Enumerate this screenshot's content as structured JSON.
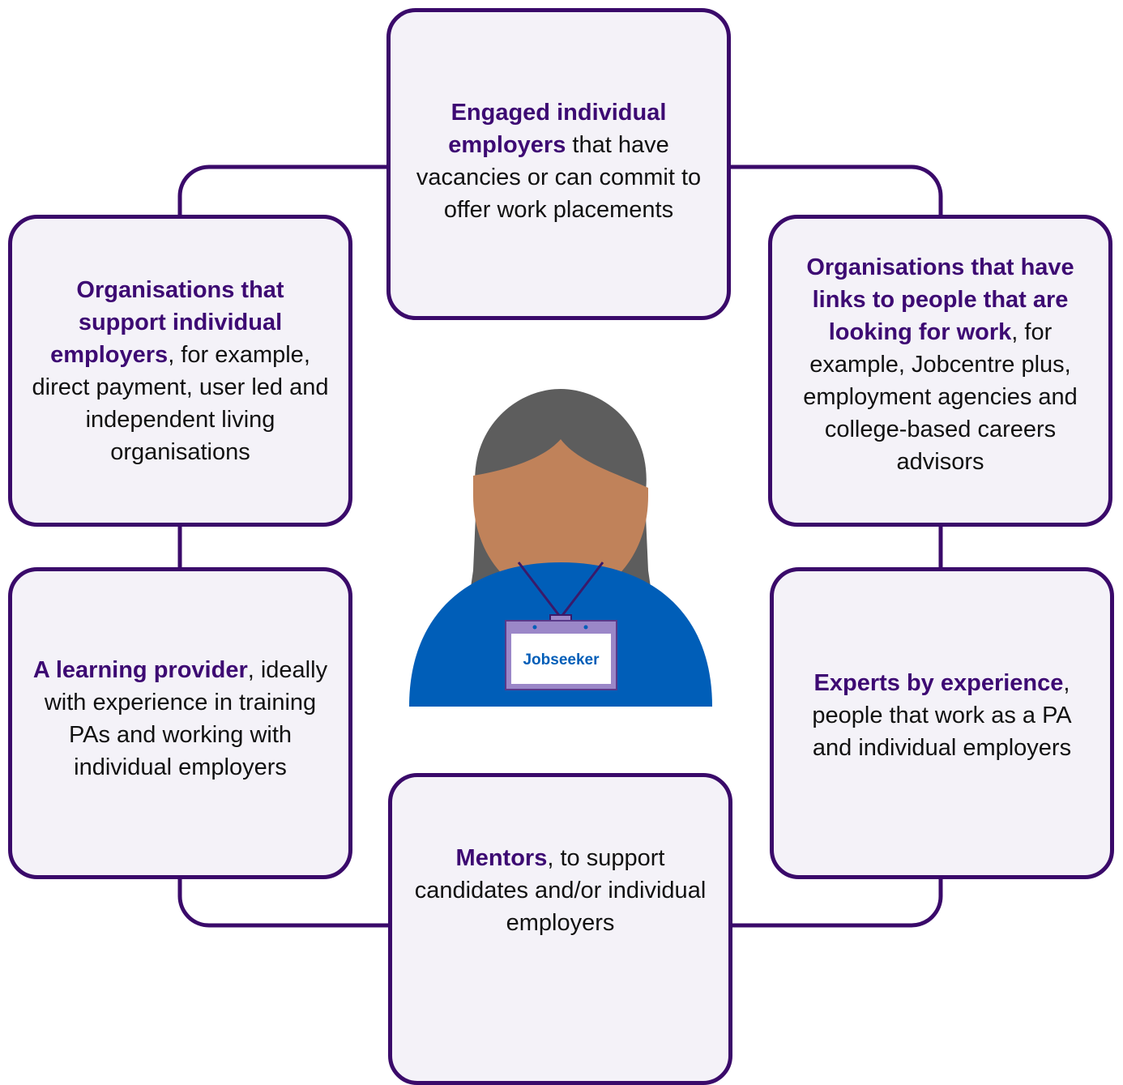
{
  "diagram": {
    "top": {
      "bold": "Engaged individual employers",
      "rest": " that have vacancies or can commit to offer work placements"
    },
    "top_left": {
      "bold": "Organisations that support individual employers",
      "rest": ", for example, direct payment, user led and independent living organisations"
    },
    "top_right": {
      "bold": "Organisations that have links to people that are looking for work",
      "rest": ", for example, Jobcentre plus, employment agencies and college-based careers advisors"
    },
    "bottom_left": {
      "bold": "A learning provider",
      "rest": ", ideally with experience in training PAs and working with individual employers"
    },
    "bottom_right": {
      "bold": "Experts by experience",
      "rest": ", people that work as a PA and individual employers"
    },
    "bottom": {
      "bold": "Mentors",
      "rest": ", to support candidates and/or individual employers"
    },
    "center": {
      "badge_label": "Jobseeker"
    }
  },
  "colors": {
    "border": "#3a0a6a",
    "box_fill": "#f4f2f8",
    "heading_text": "#3d0a73",
    "hair": "#5d5d5d",
    "skin": "#c0825a",
    "shirt": "#005eb8",
    "lanyard": "#3a1a6a",
    "badge_frame": "#9b87c8",
    "badge_text": "#005eb8"
  }
}
